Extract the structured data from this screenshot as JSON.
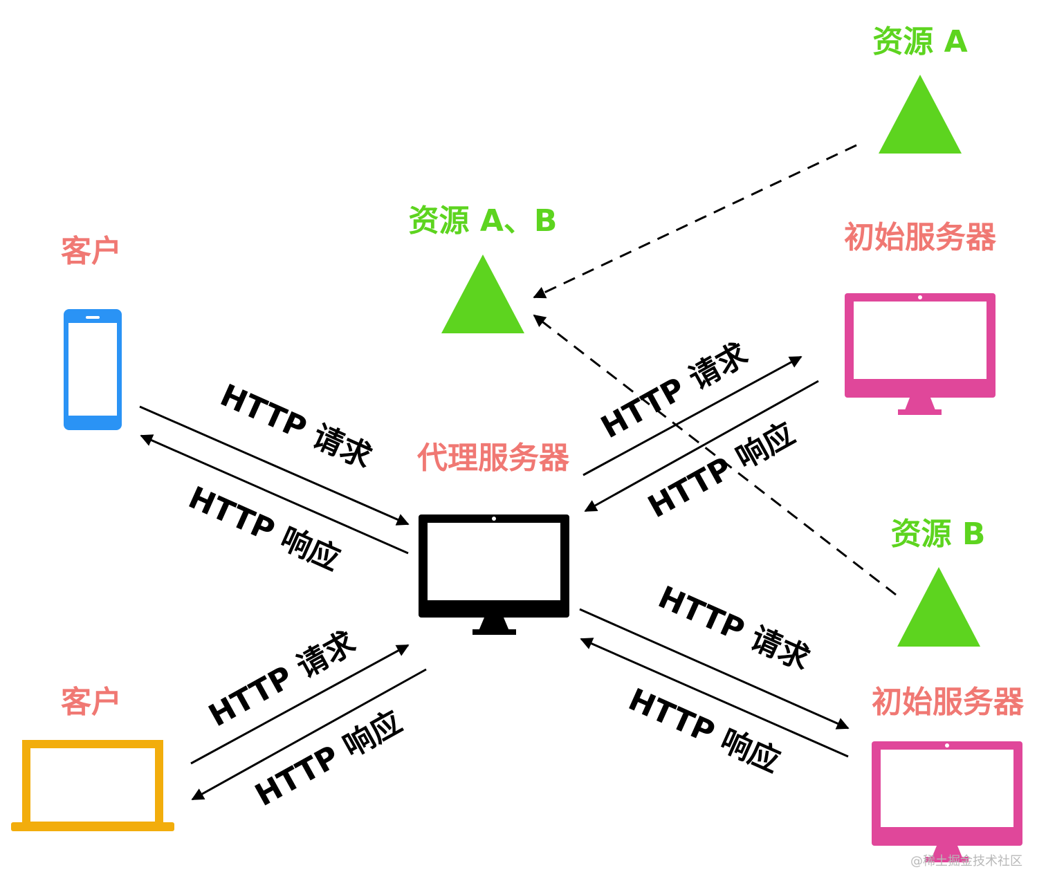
{
  "colors": {
    "label_node": "#f07873",
    "label_resource": "#5dd41f",
    "phone": "#2a93f5",
    "laptop": "#f2ad0c",
    "origin": "#e0479a",
    "proxy": "#000000",
    "resource": "#5dd41f"
  },
  "nodes": {
    "client_top": "客户",
    "client_bottom": "客户",
    "proxy": "代理服务器",
    "origin_top": "初始服务器",
    "origin_bottom": "初始服务器"
  },
  "resources": {
    "ab": "资源 A、B",
    "a": "资源 A",
    "b": "资源 B"
  },
  "edges": {
    "c1_request": "HTTP 请求",
    "c1_response": "HTTP 响应",
    "c2_request": "HTTP 请求",
    "c2_response": "HTTP 响应",
    "o1_request": "HTTP 请求",
    "o1_response": "HTTP 响应",
    "o2_request": "HTTP 请求",
    "o2_response": "HTTP 响应"
  },
  "watermark": "@稀土掘金技术社区"
}
